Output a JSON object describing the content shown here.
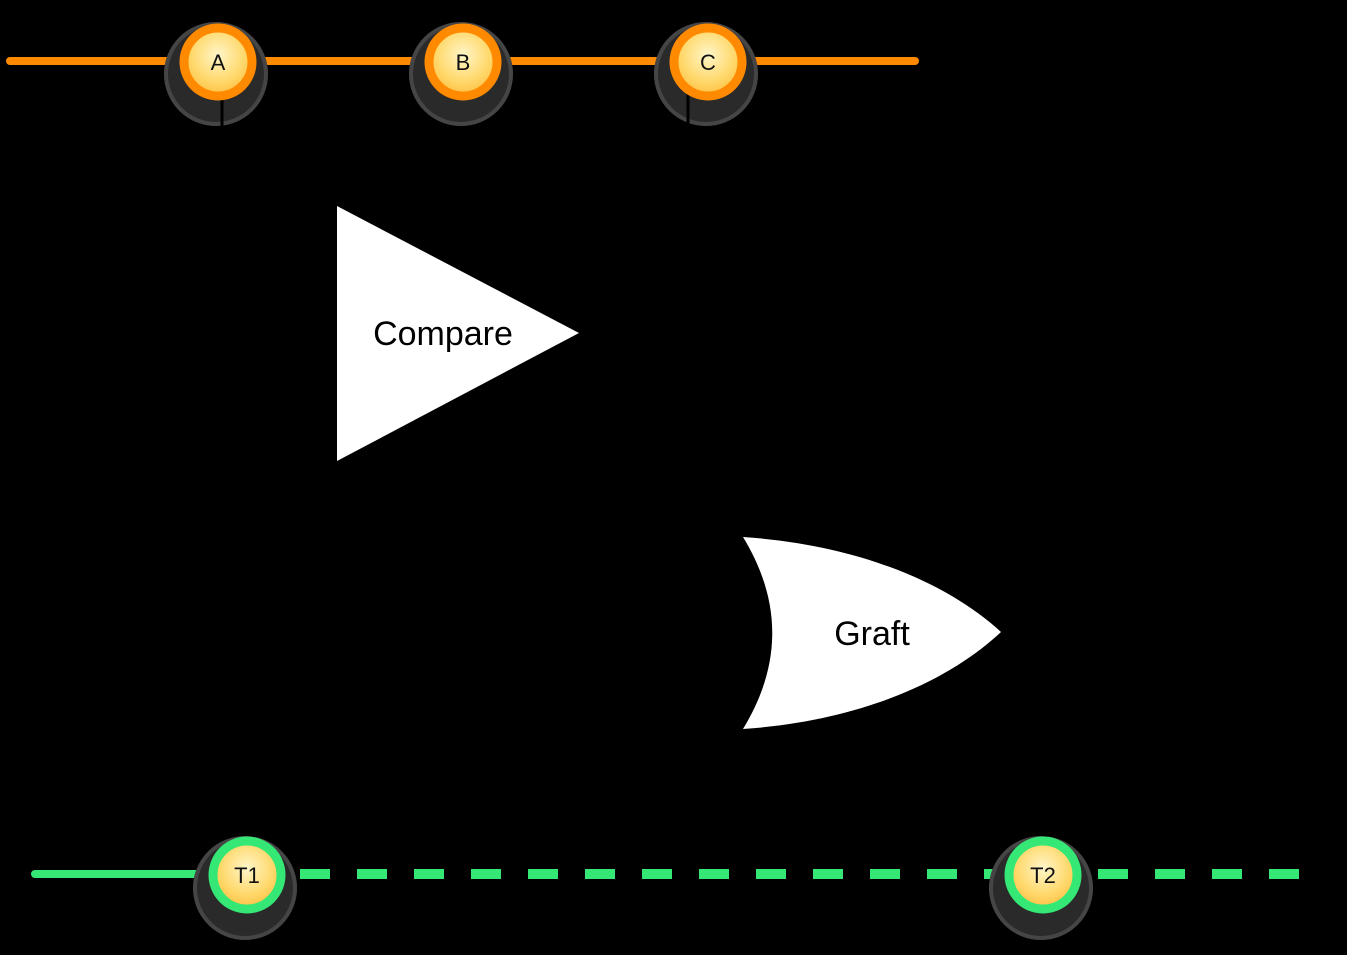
{
  "background_color": "#000000",
  "top_timeline": {
    "color": "#FF8A00",
    "nodes": [
      {
        "label": "A"
      },
      {
        "label": "B"
      },
      {
        "label": "C"
      }
    ]
  },
  "operations": {
    "compare": {
      "label": "Compare",
      "fill": "#FFFFFF",
      "text_color": "#000000"
    },
    "graft": {
      "label": "Graft",
      "fill": "#FFFFFF",
      "text_color": "#000000"
    }
  },
  "bottom_timeline": {
    "color": "#35E875",
    "nodes": [
      {
        "label": "T1"
      },
      {
        "label": "T2"
      }
    ]
  },
  "node_style": {
    "fill_center": "#FFF6C9",
    "fill_edge": "#FFB938",
    "shadow_color": "#2E2E2E"
  }
}
